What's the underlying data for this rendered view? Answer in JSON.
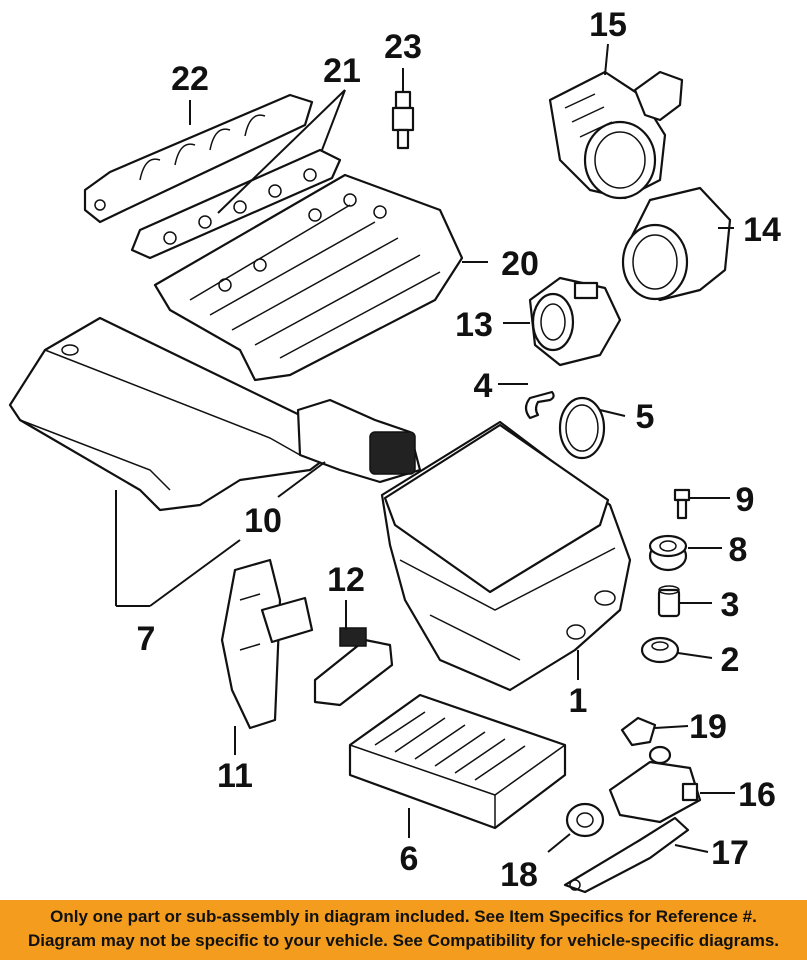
{
  "callouts": {
    "c1": "1",
    "c2": "2",
    "c3": "3",
    "c4": "4",
    "c5": "5",
    "c6": "6",
    "c7": "7",
    "c8": "8",
    "c9": "9",
    "c10": "10",
    "c11": "11",
    "c12": "12",
    "c13": "13",
    "c14": "14",
    "c15": "15",
    "c16": "16",
    "c17": "17",
    "c18": "18",
    "c19": "19",
    "c20": "20",
    "c21": "21",
    "c22": "22",
    "c23": "23"
  },
  "banner": {
    "line1": "Only one part or sub-assembly in diagram included. See Item Specifics for Reference #.",
    "line2": "Diagram may not be specific to your vehicle. See Compatibility for vehicle-specific diagrams.",
    "background": "#f39c1e",
    "text_color": "#111111"
  }
}
